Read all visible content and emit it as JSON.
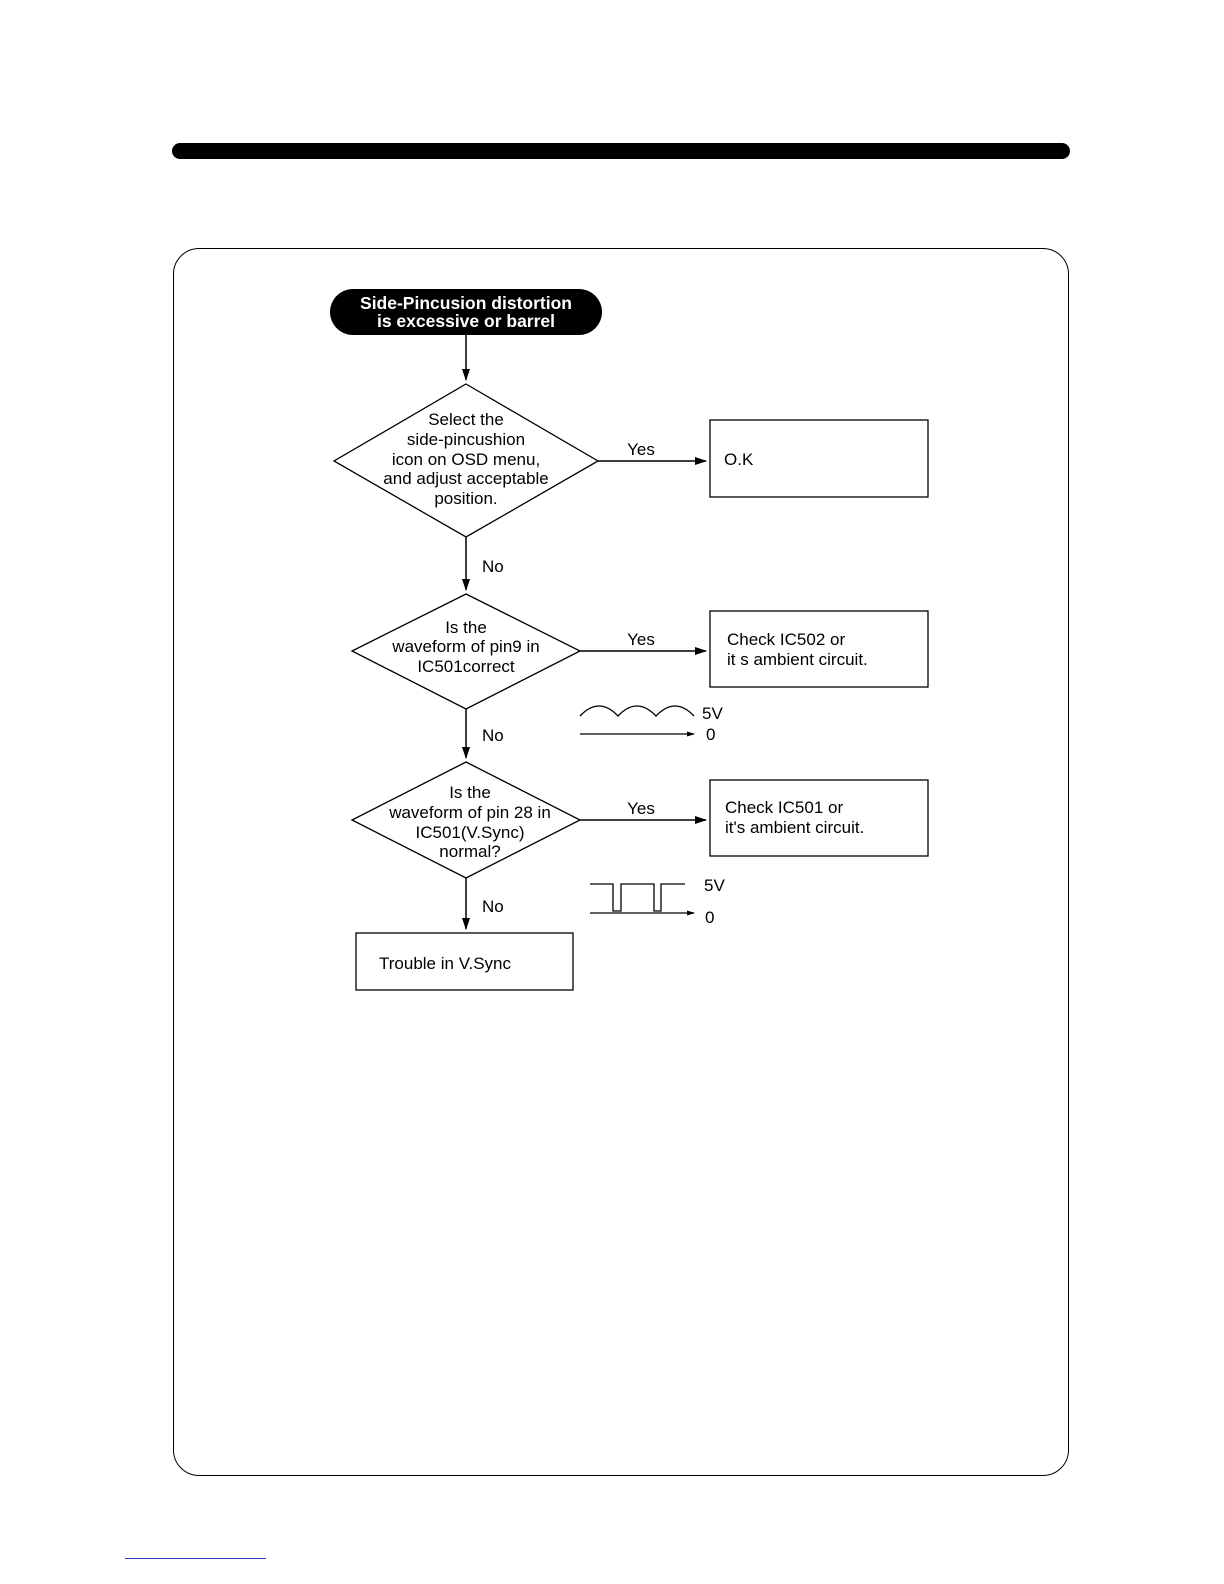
{
  "flowchart": {
    "start": {
      "lines": [
        "Side-Pincusion distortion",
        "is excessive or barrel"
      ]
    },
    "decisions": [
      {
        "lines": [
          "Select the",
          "side-pincushion",
          "icon on OSD menu,",
          "and adjust acceptable",
          "position."
        ]
      },
      {
        "lines": [
          "Is the",
          "waveform of pin9 in",
          "IC501correct"
        ]
      },
      {
        "lines": [
          "Is the",
          "waveform of pin 28 in",
          "IC501(V.Sync)",
          "normal?"
        ]
      }
    ],
    "results": [
      {
        "lines": [
          "O.K"
        ]
      },
      {
        "lines": [
          "Check IC502 or",
          "it s ambient circuit."
        ]
      },
      {
        "lines": [
          "Check IC501 or",
          "it's ambient circuit."
        ]
      }
    ],
    "end": {
      "lines": [
        "Trouble  in  V.Sync"
      ]
    },
    "yes_label": "Yes",
    "no_label": "No",
    "waveforms": [
      {
        "shape": "sine",
        "high_label": "5V",
        "low_label": "0"
      },
      {
        "shape": "pulse",
        "high_label": "5V",
        "low_label": "0"
      }
    ]
  }
}
